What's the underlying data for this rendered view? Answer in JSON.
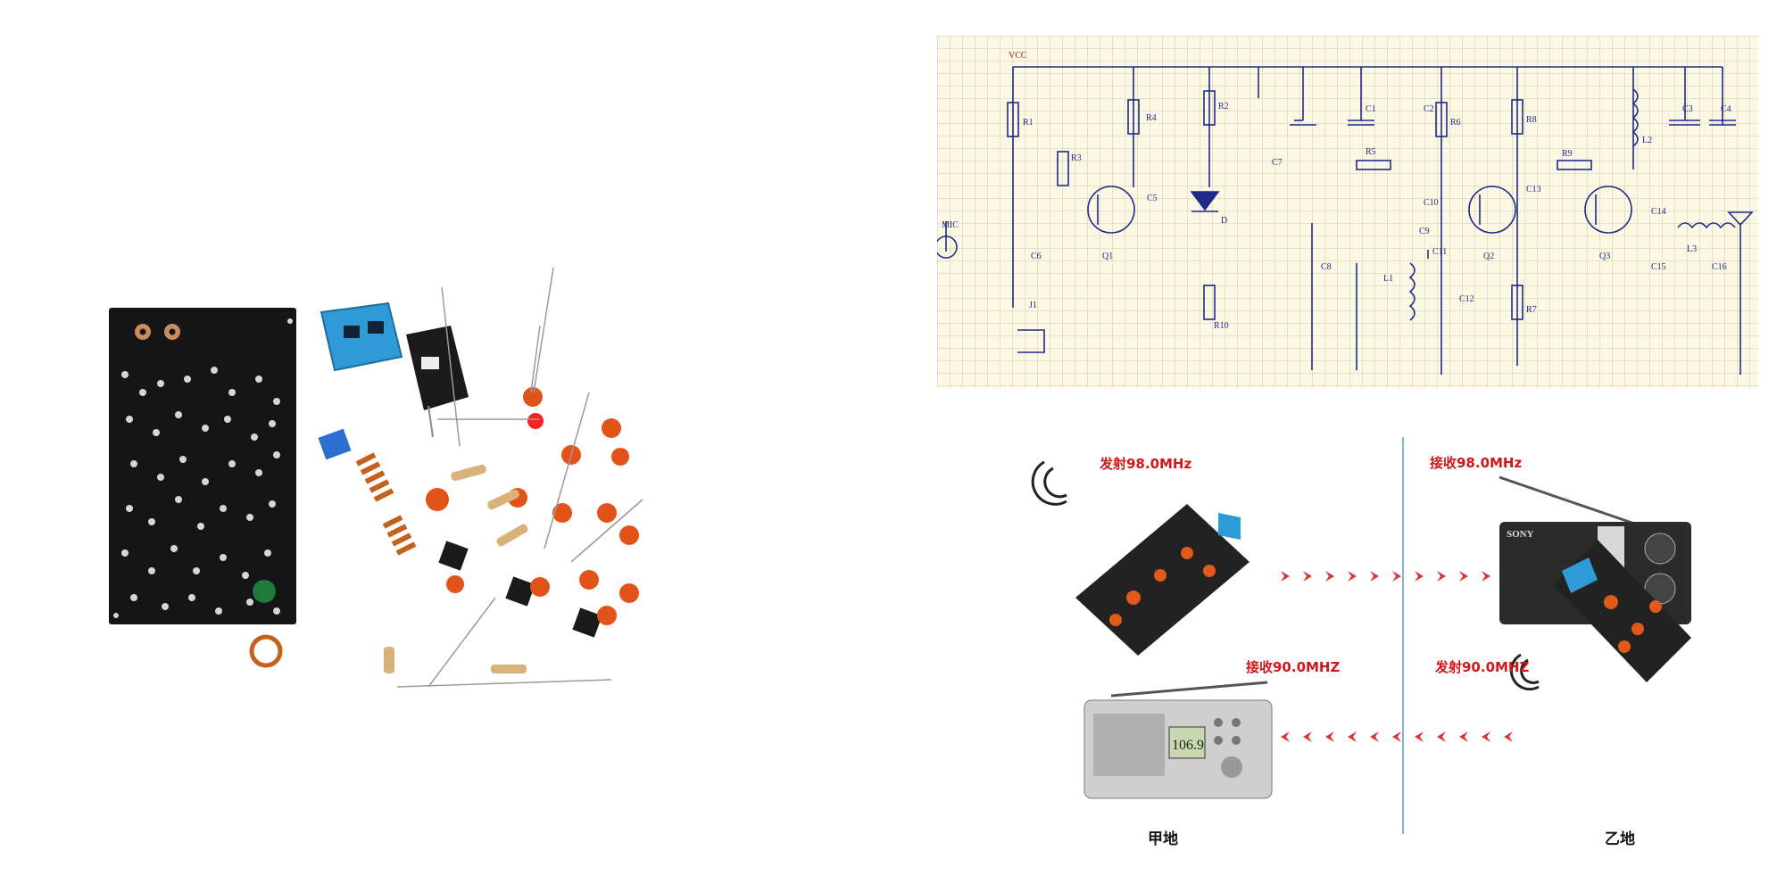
{
  "schematic": {
    "components": [
      "VCC",
      "MIC",
      "R1",
      "R2",
      "R3",
      "R4",
      "R5",
      "R6",
      "R7",
      "R8",
      "R9",
      "R10",
      "C1",
      "C2",
      "C3",
      "C4",
      "C5",
      "C6",
      "C7",
      "C8",
      "C9",
      "C10",
      "C11",
      "C12",
      "C13",
      "C14",
      "C15",
      "C16",
      "L1",
      "L2",
      "L3",
      "Q1",
      "Q2",
      "Q3",
      "D",
      "J1"
    ]
  },
  "illustration": {
    "transmit_a": "发射98.0MHz",
    "receive_b": "接收98.0MHz",
    "receive_a": "接收90.0MHZ",
    "transmit_b": "发射90.0MHZ",
    "place_a": "甲地",
    "place_b": "乙地",
    "radio_brand": "SONY",
    "radio_display": "106.9"
  }
}
